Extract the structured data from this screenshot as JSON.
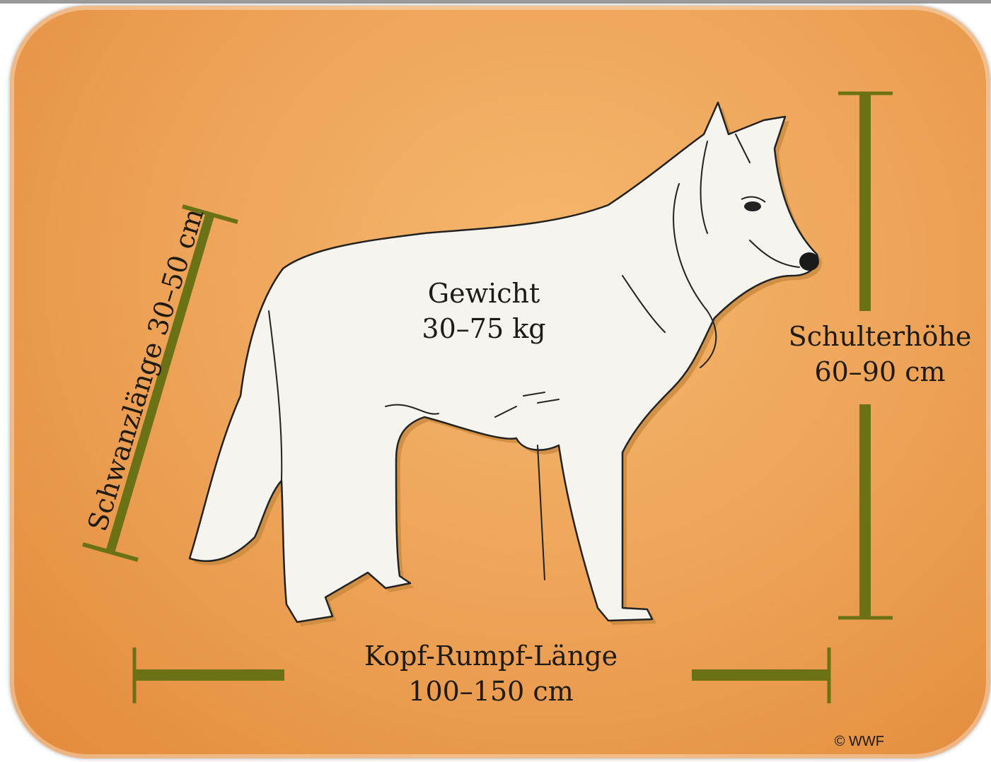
{
  "colors": {
    "background": "#ee9f52",
    "bar": "#6b7215",
    "wolf_fill": "#f6f4ef",
    "outline": "#222222"
  },
  "labels": {
    "weight_title": "Gewicht",
    "weight_value": "30–75 kg",
    "tail": "Schwanzlänge 30–50 cm",
    "shoulder_title": "Schulterhöhe",
    "shoulder_value": "60–90 cm",
    "length_title": "Kopf-Rumpf-Länge",
    "length_value": "100–150 cm"
  },
  "copyright": "© WWF"
}
